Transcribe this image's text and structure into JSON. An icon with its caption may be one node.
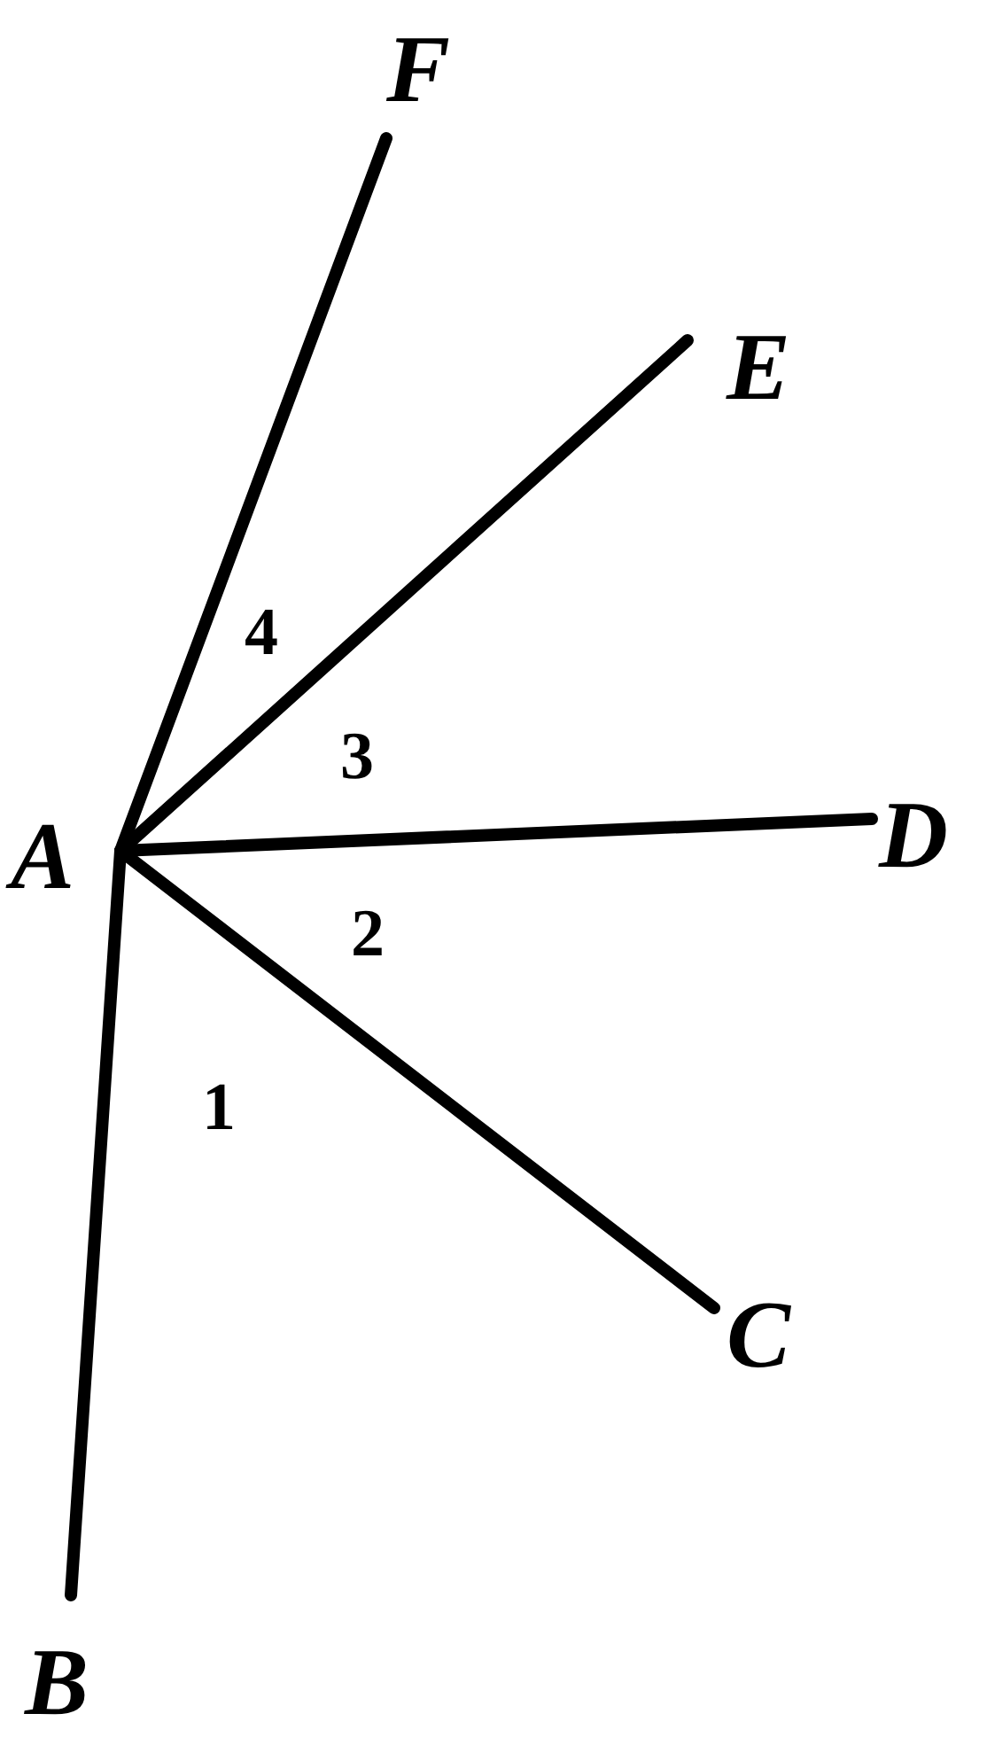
{
  "diagram": {
    "nodes": [
      {
        "text": [
          "F"
        ]
      },
      {
        "text": [
          "E"
        ]
      },
      {
        "text": [
          "A"
        ]
      },
      {
        "text": [
          "D"
        ]
      },
      {
        "text": [
          "C"
        ]
      },
      {
        "text": [
          "B"
        ]
      }
    ],
    "edges": [
      {
        "from": 2,
        "to": 5,
        "arrow": "none"
      },
      {
        "from": 2,
        "to": 4,
        "arrow": "none"
      },
      {
        "from": 2,
        "to": 3,
        "arrow": "none"
      },
      {
        "from": 2,
        "to": 1,
        "arrow": "none"
      },
      {
        "from": 2,
        "to": 0,
        "arrow": "none"
      }
    ],
    "labels": [
      "4",
      "3",
      "2",
      "1"
    ]
  }
}
